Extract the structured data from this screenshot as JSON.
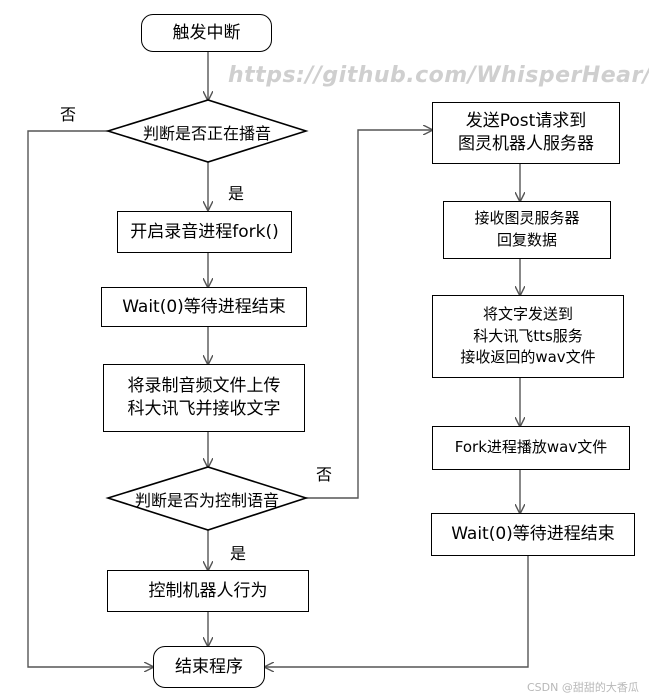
{
  "watermark": "https://github.com/WhisperHear/",
  "credit": "CSDN @甜甜的大香瓜",
  "nodes": {
    "start": "触发中断",
    "check_playing": "判断是否正在播音",
    "start_record": "开启录音进程fork()",
    "wait1": "Wait(0)等待进程结束",
    "upload": "将录制音频文件上传\n科大讯飞并接收文字",
    "check_control": "判断是否为控制语音",
    "control_robot": "控制机器人行为",
    "end": "结束程序",
    "post_request": "发送Post请求到\n图灵机器人服务器",
    "receive_data": "接收图灵服务器\n回复数据",
    "tts": "将文字发送到\n科大讯飞tts服务\n接收返回的wav文件",
    "play_wav": "Fork进程播放wav文件",
    "wait2": "Wait(0)等待进程结束"
  },
  "labels": {
    "no_playing": "否",
    "yes_playing": "是",
    "no_control": "否",
    "yes_control": "是"
  }
}
